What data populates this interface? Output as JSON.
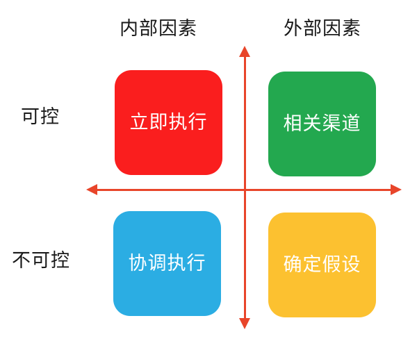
{
  "diagram": {
    "title": "",
    "axes": {
      "horizontal": {
        "left_label": "内部因素",
        "right_label": "外部因素",
        "color": "#e8452a",
        "arrow_left": "arrow-left-icon",
        "arrow_right": "arrow-right-icon"
      },
      "vertical": {
        "top_label": "可控",
        "bottom_label": "不可控",
        "color": "#e8452a",
        "arrow_up": "arrow-up-icon",
        "arrow_down": "arrow-down-icon"
      }
    },
    "quadrants": [
      {
        "id": "top-left",
        "label": "立即执行",
        "color": "#fa1e1e",
        "text_color": "#ffffff",
        "row": "可控",
        "column": "内部因素"
      },
      {
        "id": "top-right",
        "label": "相关渠道",
        "color": "#23a84f",
        "text_color": "#ffffff",
        "row": "可控",
        "column": "外部因素"
      },
      {
        "id": "bottom-left",
        "label": "协调执行",
        "color": "#2bade3",
        "text_color": "#ffffff",
        "row": "不可控",
        "column": "内部因素"
      },
      {
        "id": "bottom-right",
        "label": "确定假设",
        "color": "#fcc130",
        "text_color": "#ffffff",
        "row": "不可控",
        "column": "外部因素"
      }
    ]
  }
}
